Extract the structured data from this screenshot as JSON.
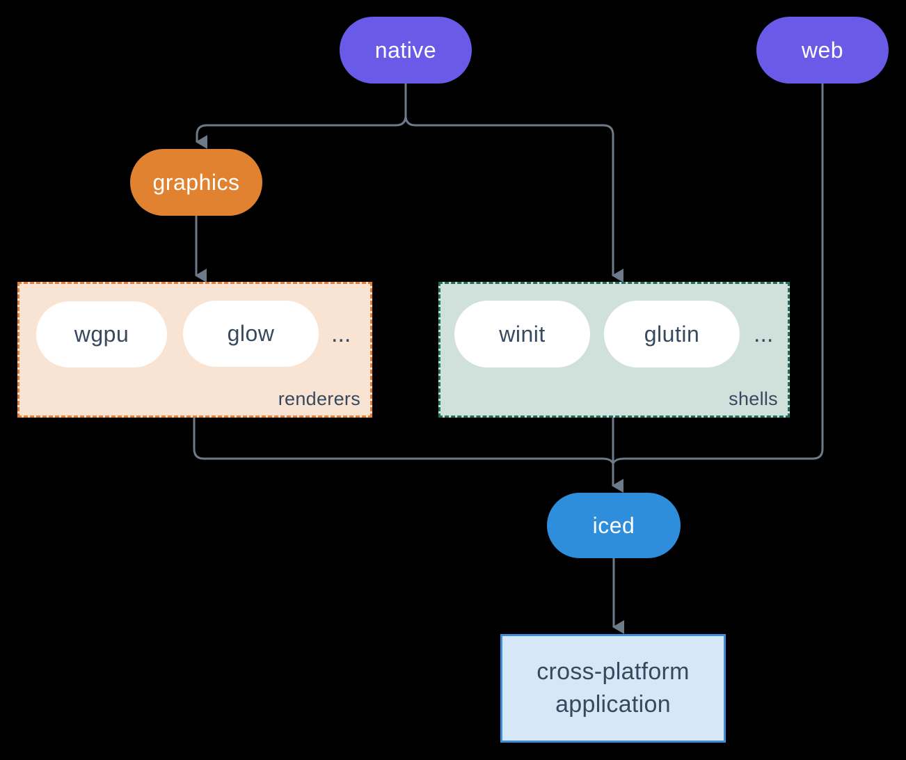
{
  "diagram": {
    "nodes": {
      "native": {
        "label": "native"
      },
      "web": {
        "label": "web"
      },
      "graphics": {
        "label": "graphics"
      },
      "wgpu": {
        "label": "wgpu"
      },
      "glow": {
        "label": "glow"
      },
      "winit": {
        "label": "winit"
      },
      "glutin": {
        "label": "glutin"
      },
      "iced": {
        "label": "iced"
      },
      "application": {
        "label": "cross-platform application"
      }
    },
    "groups": {
      "renderers": {
        "label": "renderers",
        "ellipsis": "..."
      },
      "shells": {
        "label": "shells",
        "ellipsis": "..."
      }
    },
    "edges": [
      {
        "from": "native",
        "to": "graphics"
      },
      {
        "from": "native",
        "to": "shells"
      },
      {
        "from": "graphics",
        "to": "renderers"
      },
      {
        "from": "renderers",
        "to": "iced"
      },
      {
        "from": "shells",
        "to": "iced"
      },
      {
        "from": "web",
        "to": "iced"
      },
      {
        "from": "iced",
        "to": "application"
      }
    ],
    "colors": {
      "background": "#000000",
      "platform_pill": "#6a5ae8",
      "graphics_pill": "#e0822f",
      "renderers_bg": "#f9e4d3",
      "renderers_border": "#e67e33",
      "shells_bg": "#d0e0db",
      "shells_border": "#20705f",
      "chip_bg": "#ffffff",
      "dark_text": "#36495e",
      "iced_pill": "#2e8edb",
      "app_bg": "#d6e8f7",
      "app_border": "#3e8eda",
      "connector": "#6c7a89"
    }
  }
}
